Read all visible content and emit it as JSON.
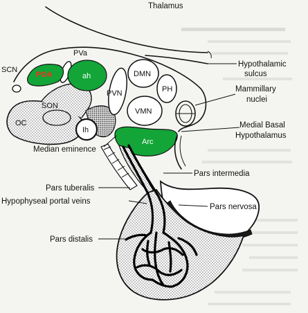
{
  "labels": {
    "thalamus": "Thalamus",
    "hypothalamic_sulcus_1": "Hypothalamic",
    "hypothalamic_sulcus_2": "sulcus",
    "mammillary_1": "Mammillary",
    "mammillary_2": "nuclei",
    "medial_basal_1": "Medial Basal",
    "medial_basal_2": "Hypothalamus",
    "scn": "SCN",
    "poa": "POA",
    "pva": "PVa",
    "ah": "ah",
    "dmn": "DMN",
    "ph": "PH",
    "pvn": "PVN",
    "vmn": "VMN",
    "son": "SON",
    "ih": "Ih",
    "oc": "OC",
    "arc": "Arc",
    "median_eminence": "Median eminence",
    "pars_intermedia": "Pars intermedia",
    "pars_tuberalis": "Pars tuberalis",
    "portal_veins": "Hypophyseal portal veins",
    "pars_nervosa": "Pars nervosa",
    "pars_distalis": "Pars distalis"
  },
  "colors": {
    "highlight_green": "#13a538",
    "poa_text": "#ff2a1a",
    "stipple": "#8a8a8a"
  }
}
